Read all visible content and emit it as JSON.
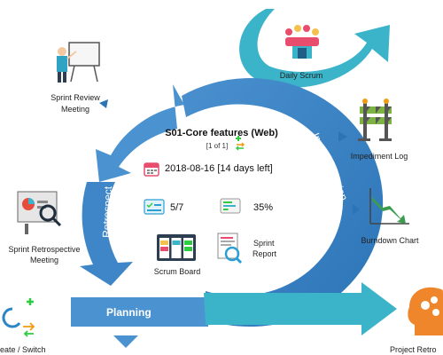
{
  "cycle": {
    "review": "Review",
    "retrospect": "Retrospect",
    "implementation": "Implementation",
    "planning": "Planning"
  },
  "sprint": {
    "title": "S01-Core features (Web)",
    "pager": "[1 of 1]",
    "date_text": "2018-08-16 [14 days left]",
    "tasks": "5/7",
    "progress_text": "35%",
    "progress": 0.35,
    "scrum_board": "Scrum Board",
    "sprint_report_line1": "Sprint",
    "sprint_report_line2": "Report"
  },
  "stations": {
    "sprint_review_line1": "Sprint Review",
    "sprint_review_line2": "Meeting",
    "daily_scrum": "Daily Scrum",
    "impediment_log": "Impediment Log",
    "burndown_chart": "Burndown Chart",
    "retrospective_line1": "Sprint Retrospective",
    "retrospective_line2": "Meeting",
    "create_switch": "eate / Switch",
    "project_retro": "Project Retro"
  },
  "colors": {
    "ring_dark": "#2f7fc1",
    "ring_light": "#5b9fd4",
    "teal": "#3bb3c9",
    "accent_orange": "#f39c12",
    "accent_green": "#2ecc40",
    "burndown": "#3c9d50"
  },
  "icons": {
    "calendar": "calendar-icon",
    "tasks": "tasks-icon",
    "progress": "progress-icon",
    "board": "scrum-board-icon",
    "report": "sprint-report-icon"
  }
}
